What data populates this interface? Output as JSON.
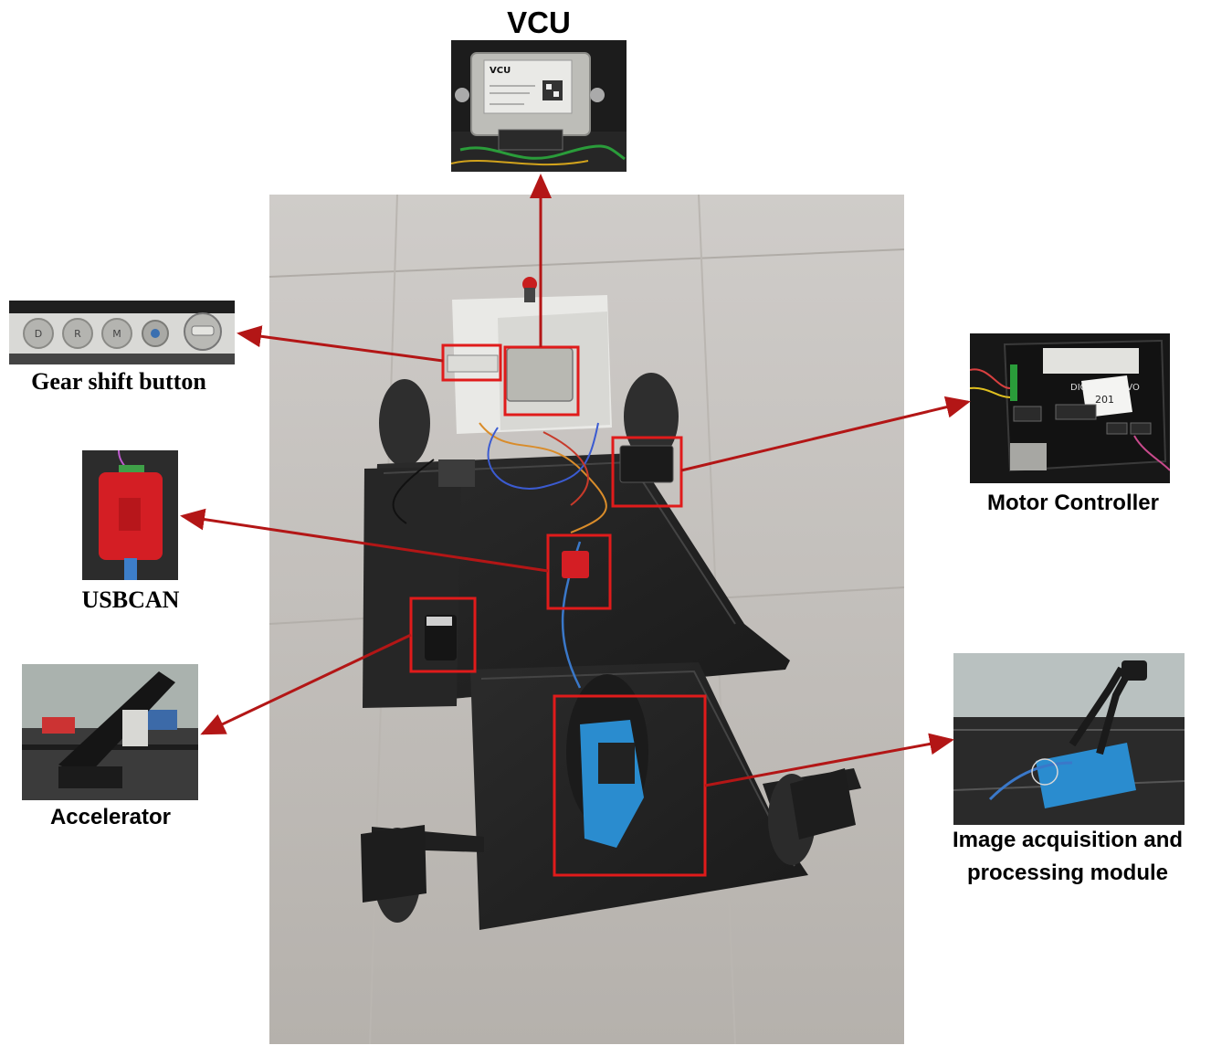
{
  "labels": {
    "vcu": "VCU",
    "gear_shift": "Gear shift button",
    "motor_controller": "Motor Controller",
    "usbcan": "USBCAN",
    "accelerator": "Accelerator",
    "image_module_line1": "Image acquisition and",
    "image_module_line2": "processing module"
  },
  "inset_text": {
    "vcu_plate": "VCU",
    "gear_buttons": [
      "D",
      "R",
      "M"
    ],
    "motor_controller_brand": "DIGITAL SERVO",
    "motor_controller_tag": "201"
  },
  "colors": {
    "highlight_box": "#e01b1b",
    "arrow": "#b31616",
    "floor": "#c4c1bd",
    "chassis": "#222222",
    "wheel": "#2e2e2e",
    "camera_blue": "#2a8ccf",
    "usbcan_red": "#d41e24"
  }
}
